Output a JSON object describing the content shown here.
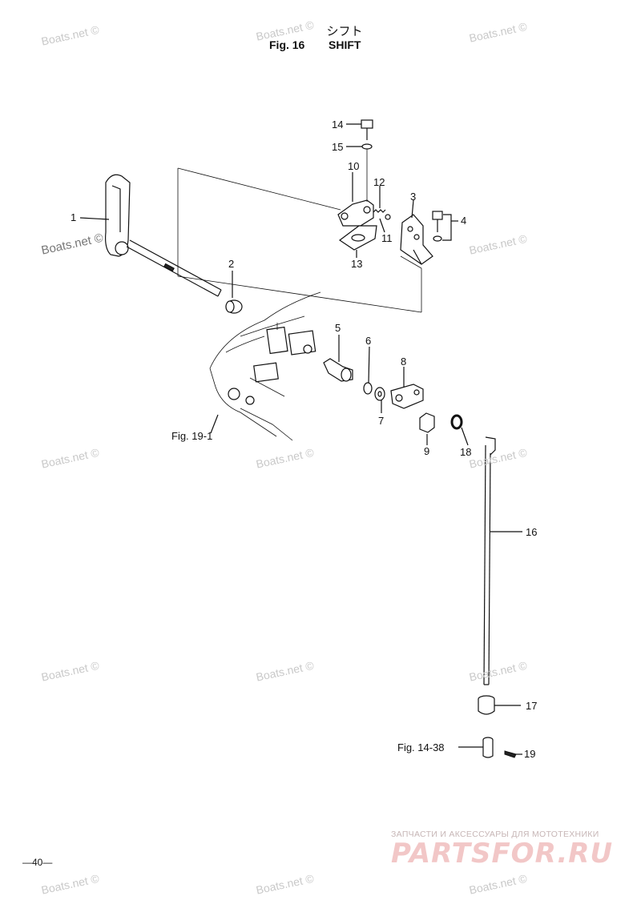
{
  "header": {
    "title_jp": "シフト",
    "fig_label": "Fig. 16",
    "title": "SHIFT"
  },
  "watermark": "Boats.net ©",
  "callouts": {
    "p1": "1",
    "p2": "2",
    "p3": "3",
    "p4": "4",
    "p5": "5",
    "p6": "6",
    "p7": "7",
    "p8": "8",
    "p9": "9",
    "p10": "10",
    "p11": "11",
    "p12": "12",
    "p13": "13",
    "p14": "14",
    "p15": "15",
    "p16": "16",
    "p17": "17",
    "p18": "18",
    "p19": "19"
  },
  "references": {
    "fig19": "Fig. 19-1",
    "fig14": "Fig. 14-38"
  },
  "footer": {
    "page_number": "—40—",
    "brand_tagline": "ЗАПЧАСТИ И АКСЕССУАРЫ ДЛЯ МОТОТЕХНИКИ",
    "brand_logo": "PARTSFOR.RU"
  }
}
